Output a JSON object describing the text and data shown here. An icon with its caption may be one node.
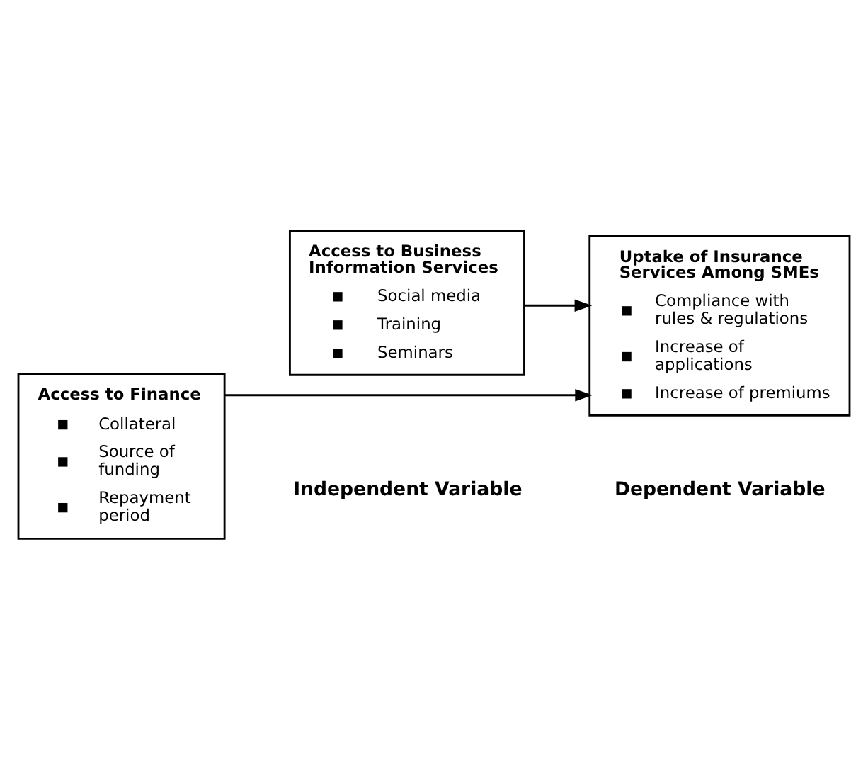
{
  "diagram": {
    "nodes": [
      {
        "text": [
          "Access to Business Information Services",
          "Social media",
          "Training",
          "Seminars"
        ]
      },
      {
        "text": [
          "Access to Finance",
          "Collateral",
          "Source of funding",
          "Repayment period"
        ]
      },
      {
        "text": [
          "Uptake of Insurance Services Among SMEs",
          "Compliance with rules & regulations",
          "Increase of applications",
          "Increase of premiums"
        ]
      }
    ],
    "edges": [
      {
        "from": 0,
        "to": 2,
        "arrow": "to"
      },
      {
        "from": 1,
        "to": 2,
        "arrow": "to"
      }
    ],
    "labels": [
      "Independent Variable",
      "Dependent Variable"
    ]
  }
}
